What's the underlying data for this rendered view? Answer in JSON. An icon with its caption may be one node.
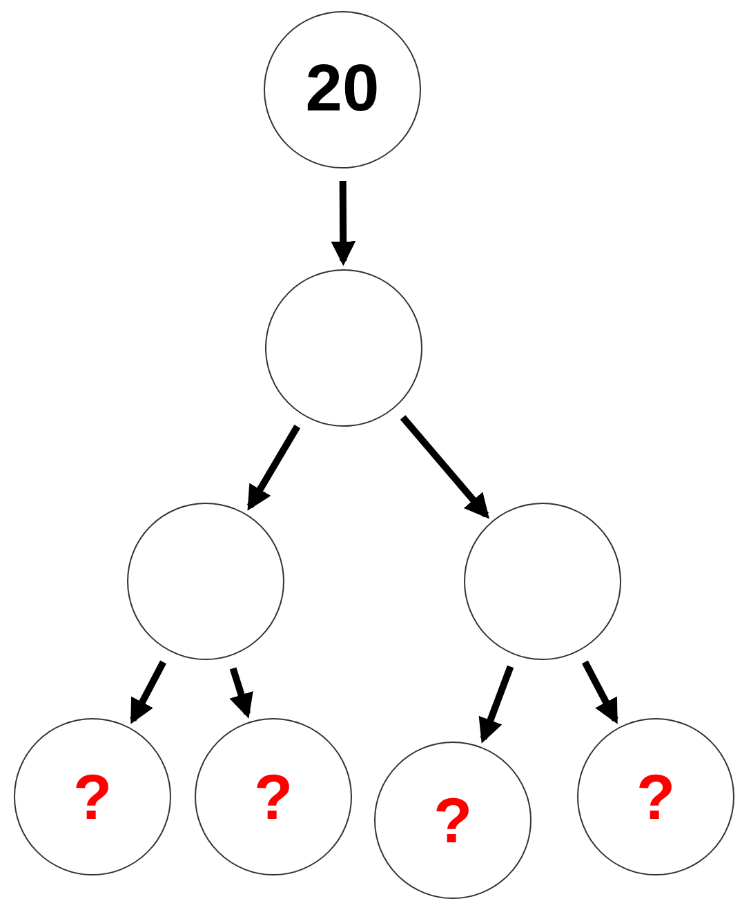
{
  "diagram": {
    "nodes": [
      {
        "text": [
          "20"
        ]
      },
      {
        "text": [],
        "shape": "circle"
      },
      {
        "text": [],
        "shape": "circle"
      },
      {
        "text": [],
        "shape": "circle"
      },
      {
        "text": [
          "?"
        ]
      },
      {
        "text": [
          "?"
        ]
      },
      {
        "text": [
          "?"
        ]
      },
      {
        "text": [
          "?"
        ]
      }
    ],
    "edges": [
      {
        "from": 0,
        "to": 1,
        "arrow": "to"
      },
      {
        "from": 1,
        "to": 2,
        "arrow": "to"
      },
      {
        "from": 1,
        "to": 3,
        "arrow": "to"
      },
      {
        "from": 2,
        "to": 4,
        "arrow": "to"
      },
      {
        "from": 2,
        "to": 5,
        "arrow": "to"
      },
      {
        "from": 3,
        "to": 6,
        "arrow": "to"
      },
      {
        "from": 3,
        "to": 7,
        "arrow": "to"
      }
    ]
  }
}
